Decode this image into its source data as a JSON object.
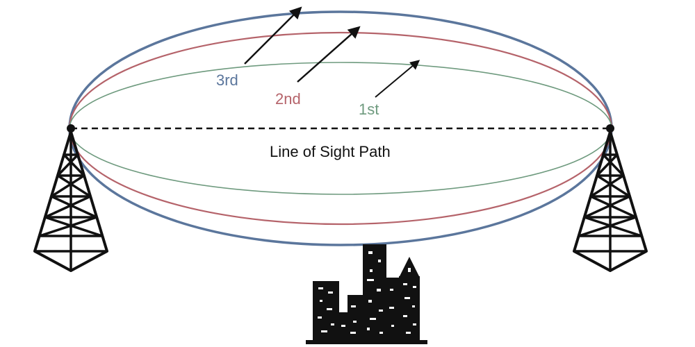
{
  "diagram": {
    "line_of_sight_label": "Line of Sight Path",
    "zones": [
      {
        "label": "1st",
        "color": "#6e9a7e"
      },
      {
        "label": "2nd",
        "color": "#b5636a"
      },
      {
        "label": "3rd",
        "color": "#5b769c"
      }
    ],
    "colors": {
      "ink": "#111111",
      "background": "#ffffff"
    },
    "icons": {
      "left_tower": "radio-tower-icon",
      "right_tower": "radio-tower-icon",
      "obstruction": "city-skyline-icon"
    }
  }
}
